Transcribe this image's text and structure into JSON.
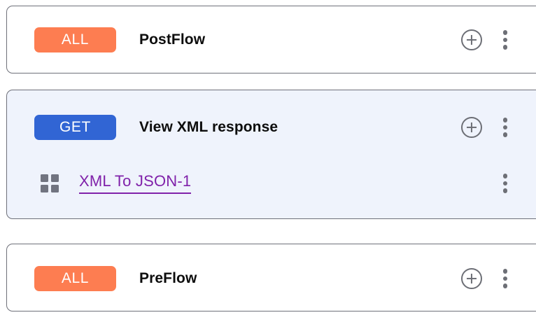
{
  "colors": {
    "badge_all": "#fd7d51",
    "badge_get": "#3165d4",
    "card_border": "#6e7079",
    "card_selected_bg": "#eff3fc",
    "policy_link": "#8022aa",
    "icon_gray": "#6d6f76",
    "title_text": "#0d0d0d",
    "page_bg": "#ffffff"
  },
  "icons": {
    "add": "plus-circle-icon",
    "menu": "kebab-menu-icon",
    "policy": "policy-grid-icon"
  },
  "flows": [
    {
      "id": "postflow",
      "method": "ALL",
      "method_style": "all",
      "title": "PostFlow",
      "selected": false,
      "add_label": "+",
      "children": []
    },
    {
      "id": "view-xml-response",
      "method": "GET",
      "method_style": "get",
      "title": "View XML response",
      "selected": true,
      "add_label": "+",
      "children": [
        {
          "id": "xml-to-json-1",
          "label": "XML To JSON-1",
          "icon": "policy-grid-icon"
        }
      ]
    },
    {
      "id": "preflow",
      "method": "ALL",
      "method_style": "all",
      "title": "PreFlow",
      "selected": false,
      "add_label": "+",
      "children": []
    }
  ]
}
